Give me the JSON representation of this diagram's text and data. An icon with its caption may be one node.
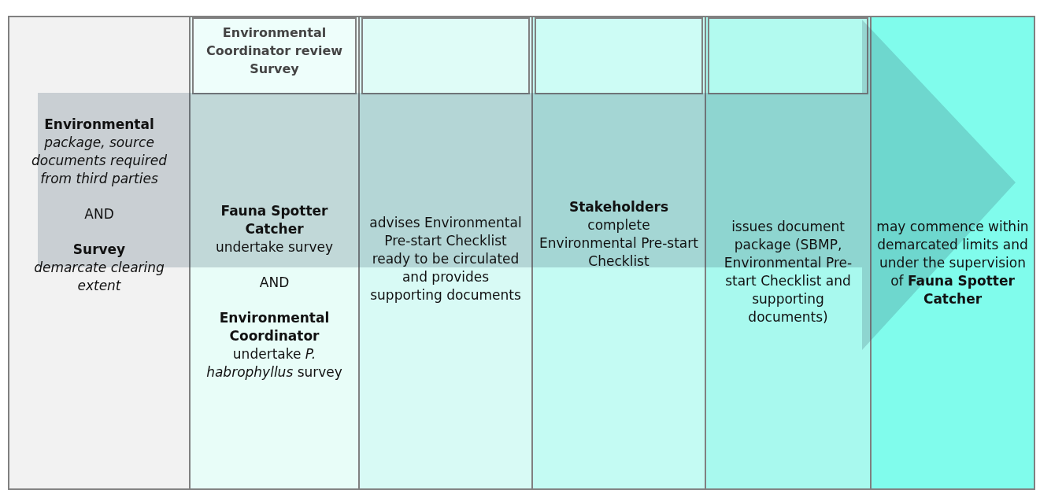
{
  "diagram": {
    "nodes": [
      {
        "text": [
          "Environmental",
          "package, source documents required from third parties",
          "AND",
          "Survey",
          "demarcate clearing extent"
        ]
      },
      {
        "text": [
          "Fauna Spotter Catcher",
          "undertake survey",
          "AND",
          "Environmental Coordinator",
          "undertake *P. habrophyllus* survey"
        ]
      },
      {
        "text": [
          "Environmental Coordinator review Survey"
        ],
        "in": 1
      },
      {
        "text": [
          "advises Environmental Pre-start Checklist ready to be circulated and provides supporting documents"
        ]
      },
      {
        "text": [],
        "shape": "box",
        "in": 3
      },
      {
        "text": [
          "Stakeholders",
          "complete Environmental Pre-start Checklist"
        ]
      },
      {
        "text": [],
        "shape": "box",
        "in": 5
      },
      {
        "text": [
          "issues document package (SBMP, Environmental Pre-start Checklist and supporting documents)"
        ]
      },
      {
        "text": [],
        "shape": "box",
        "in": 7
      },
      {
        "text": [
          "may commence within demarcated limits and under the supervision of **Fauna Spotter Catcher**"
        ]
      }
    ],
    "edges": []
  }
}
